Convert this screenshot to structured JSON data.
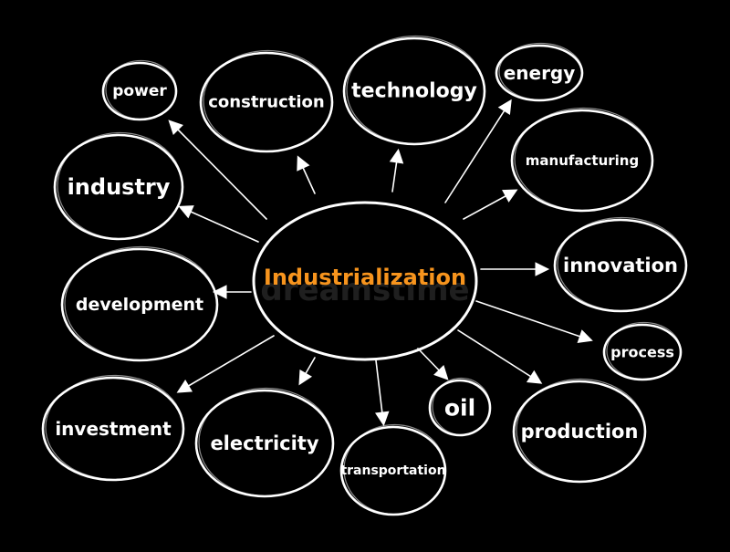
{
  "diagram": {
    "center": {
      "label": "Industrialization",
      "color": "#f7941d"
    },
    "nodes": [
      {
        "id": "power",
        "label": "power"
      },
      {
        "id": "construction",
        "label": "construction"
      },
      {
        "id": "technology",
        "label": "technology"
      },
      {
        "id": "energy",
        "label": "energy"
      },
      {
        "id": "manufacturing",
        "label": "manufacturing"
      },
      {
        "id": "industry",
        "label": "industry"
      },
      {
        "id": "innovation",
        "label": "innovation"
      },
      {
        "id": "development",
        "label": "development"
      },
      {
        "id": "process",
        "label": "process"
      },
      {
        "id": "investment",
        "label": "investment"
      },
      {
        "id": "electricity",
        "label": "electricity"
      },
      {
        "id": "transportation",
        "label": "transportation"
      },
      {
        "id": "oil",
        "label": "oil"
      },
      {
        "id": "production",
        "label": "production"
      }
    ],
    "line_color": "#ffffff",
    "background_color": "#000000"
  }
}
